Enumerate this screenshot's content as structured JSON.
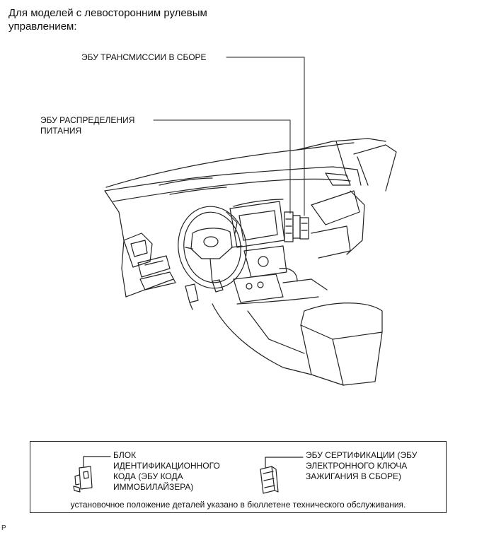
{
  "heading": "Для моделей с левосторонним рулевым управлением:",
  "callouts": {
    "transmission_ecu": "ЭБУ ТРАНСМИССИИ В СБОРЕ",
    "power_distribution_ecu": "ЭБУ РАСПРЕДЕЛЕНИЯ ПИТАНИЯ"
  },
  "legend": {
    "id_code_box": "БЛОК ИДЕНТИФИКАЦИОННОГО КОДА (ЭБУ КОДА ИММОБИЛАЙЗЕРА)",
    "certification_ecu": "ЭБУ СЕРТИФИКАЦИИ (ЭБУ ЭЛЕКТРОННОГО КЛЮЧА ЗАЖИГАНИЯ В СБОРЕ)",
    "note": "установочное положение деталей указано в бюллетене технического обслуживания."
  },
  "corner_mark": "P"
}
